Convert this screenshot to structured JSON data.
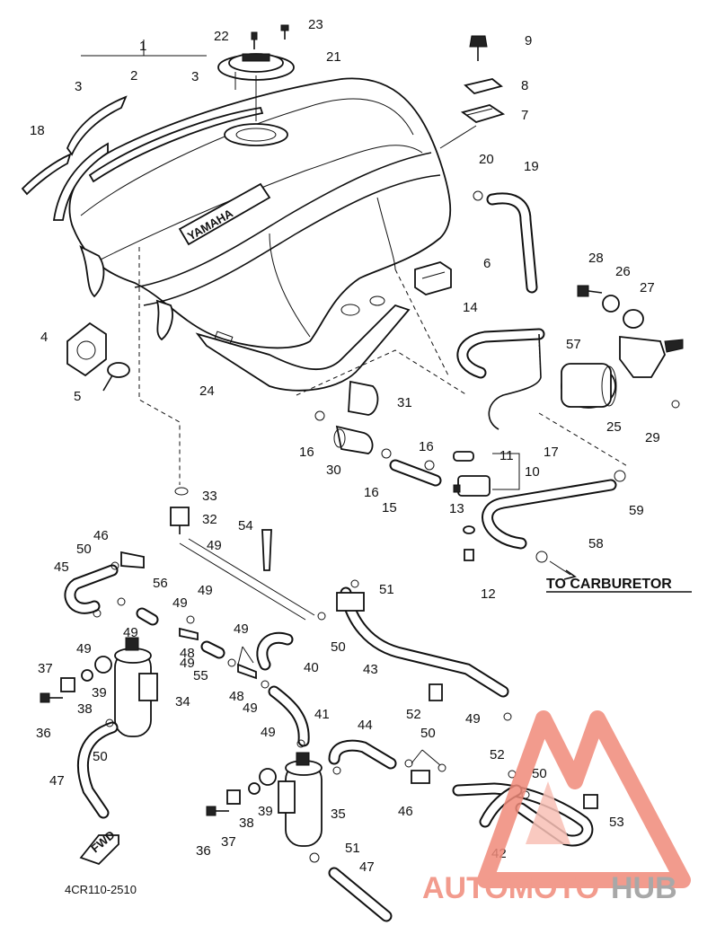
{
  "diagram": {
    "callouts": [
      "1",
      "2",
      "3",
      "3",
      "4",
      "5",
      "6",
      "7",
      "8",
      "9",
      "10",
      "11",
      "12",
      "13",
      "14",
      "15",
      "16",
      "16",
      "16",
      "17",
      "18",
      "19",
      "20",
      "21",
      "22",
      "23",
      "24",
      "25",
      "26",
      "27",
      "28",
      "29",
      "30",
      "31",
      "32",
      "33",
      "34",
      "35",
      "36",
      "36",
      "37",
      "37",
      "38",
      "38",
      "39",
      "39",
      "40",
      "41",
      "42",
      "43",
      "44",
      "45",
      "46",
      "46",
      "47",
      "47",
      "48",
      "48",
      "49",
      "49",
      "49",
      "49",
      "49",
      "49",
      "49",
      "49",
      "49",
      "49",
      "50",
      "50",
      "50",
      "50",
      "50",
      "51",
      "51",
      "52",
      "52",
      "53",
      "54",
      "55",
      "56",
      "57",
      "58",
      "59"
    ],
    "tank_emblem": "YAMAHA",
    "note_carburetor": "TO CARBURETOR",
    "fwd_label": "FWD",
    "drawing_code": "4CR110-2510"
  },
  "watermark": {
    "part1": "AUTOMOTO",
    "part2": "HUB",
    "color_primary": "#f08a7a",
    "color_secondary": "#9a9a9a"
  }
}
